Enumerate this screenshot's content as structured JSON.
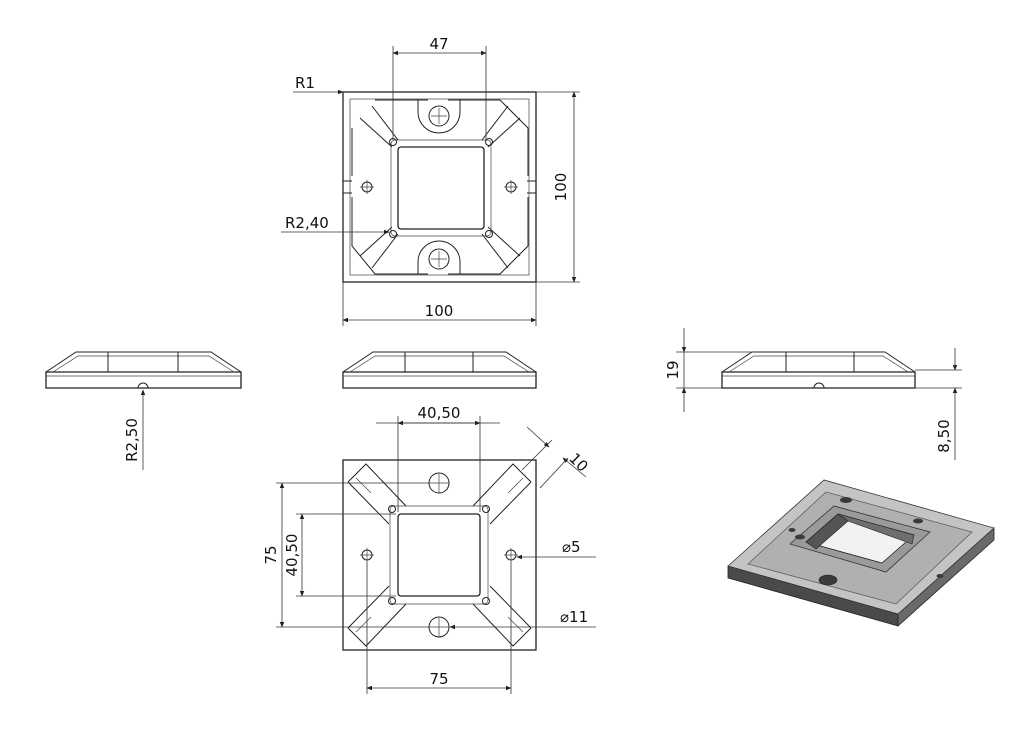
{
  "drawing": {
    "top_view": {
      "dim_hole_spacing": "47",
      "dim_corner_radius": "R1",
      "dim_inner_radius": "R2,40",
      "dim_height": "100",
      "dim_width": "100"
    },
    "side_view_left": {
      "dim_notch_radius": "R2,50"
    },
    "side_view_right": {
      "dim_total_height": "19",
      "dim_plate_height": "8,50"
    },
    "bottom_view": {
      "dim_inner_width": "40,50",
      "dim_rib_width": "10",
      "dim_hole_spacing_v": "75",
      "dim_inner_height": "40,50",
      "dim_small_hole": "⌀5",
      "dim_large_hole": "⌀11",
      "dim_hole_spacing_h": "75"
    }
  },
  "colors": {
    "line": "#222222",
    "part_face": "#b5b5b5",
    "part_side": "#4a4a4a"
  }
}
